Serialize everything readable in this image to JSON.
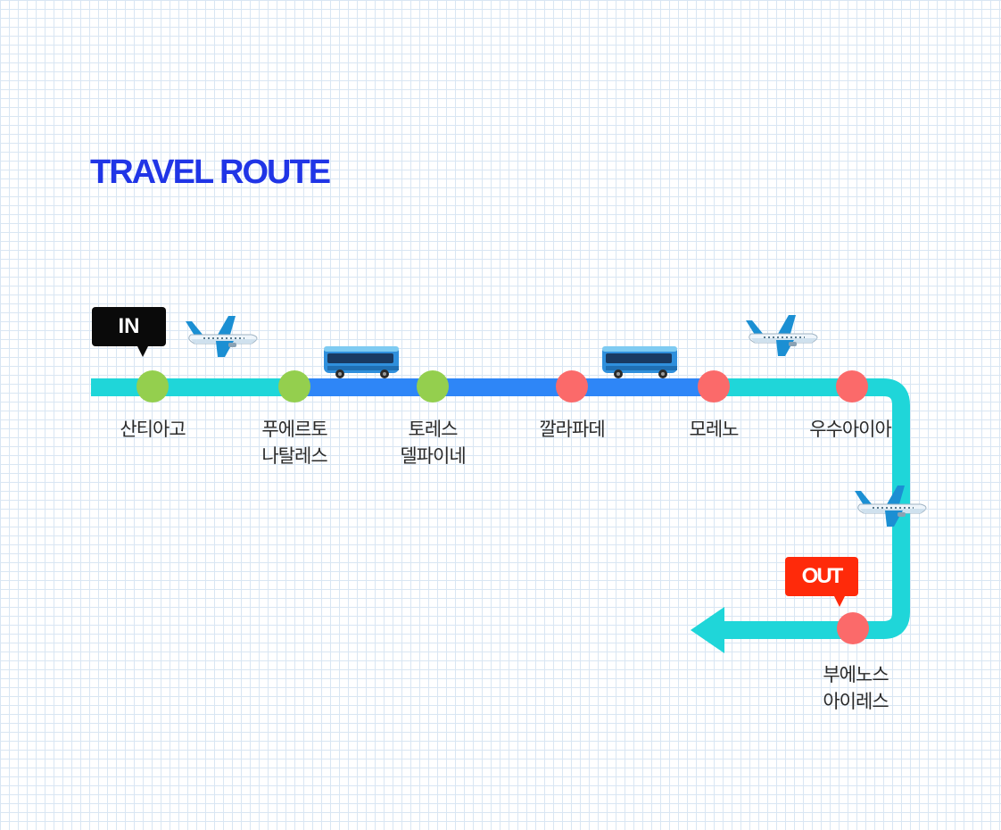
{
  "title": "TRAVEL ROUTE",
  "tags": {
    "start": "IN",
    "end": "OUT"
  },
  "stops": [
    {
      "name_line1": "산티아고",
      "name_line2": "",
      "status": "green"
    },
    {
      "name_line1": "푸에르토",
      "name_line2": "나탈레스",
      "status": "green"
    },
    {
      "name_line1": "토레스",
      "name_line2": "델파이네",
      "status": "green"
    },
    {
      "name_line1": "깔라파데",
      "name_line2": "",
      "status": "red"
    },
    {
      "name_line1": "모레노",
      "name_line2": "",
      "status": "red"
    },
    {
      "name_line1": "우수아이아",
      "name_line2": "",
      "status": "red"
    },
    {
      "name_line1": "부에노스",
      "name_line2": "아이레스",
      "status": "red"
    }
  ],
  "colors": {
    "title": "#2035e6",
    "route_flight": "#1fd6d9",
    "route_bus": "#2e86f7",
    "stop_green": "#94cf4e",
    "stop_red": "#fb6a6a",
    "tag_in": "#0a0a0a",
    "tag_out": "#ff2a0a"
  },
  "icons": {
    "plane": "airplane-icon",
    "bus": "bus-icon"
  }
}
